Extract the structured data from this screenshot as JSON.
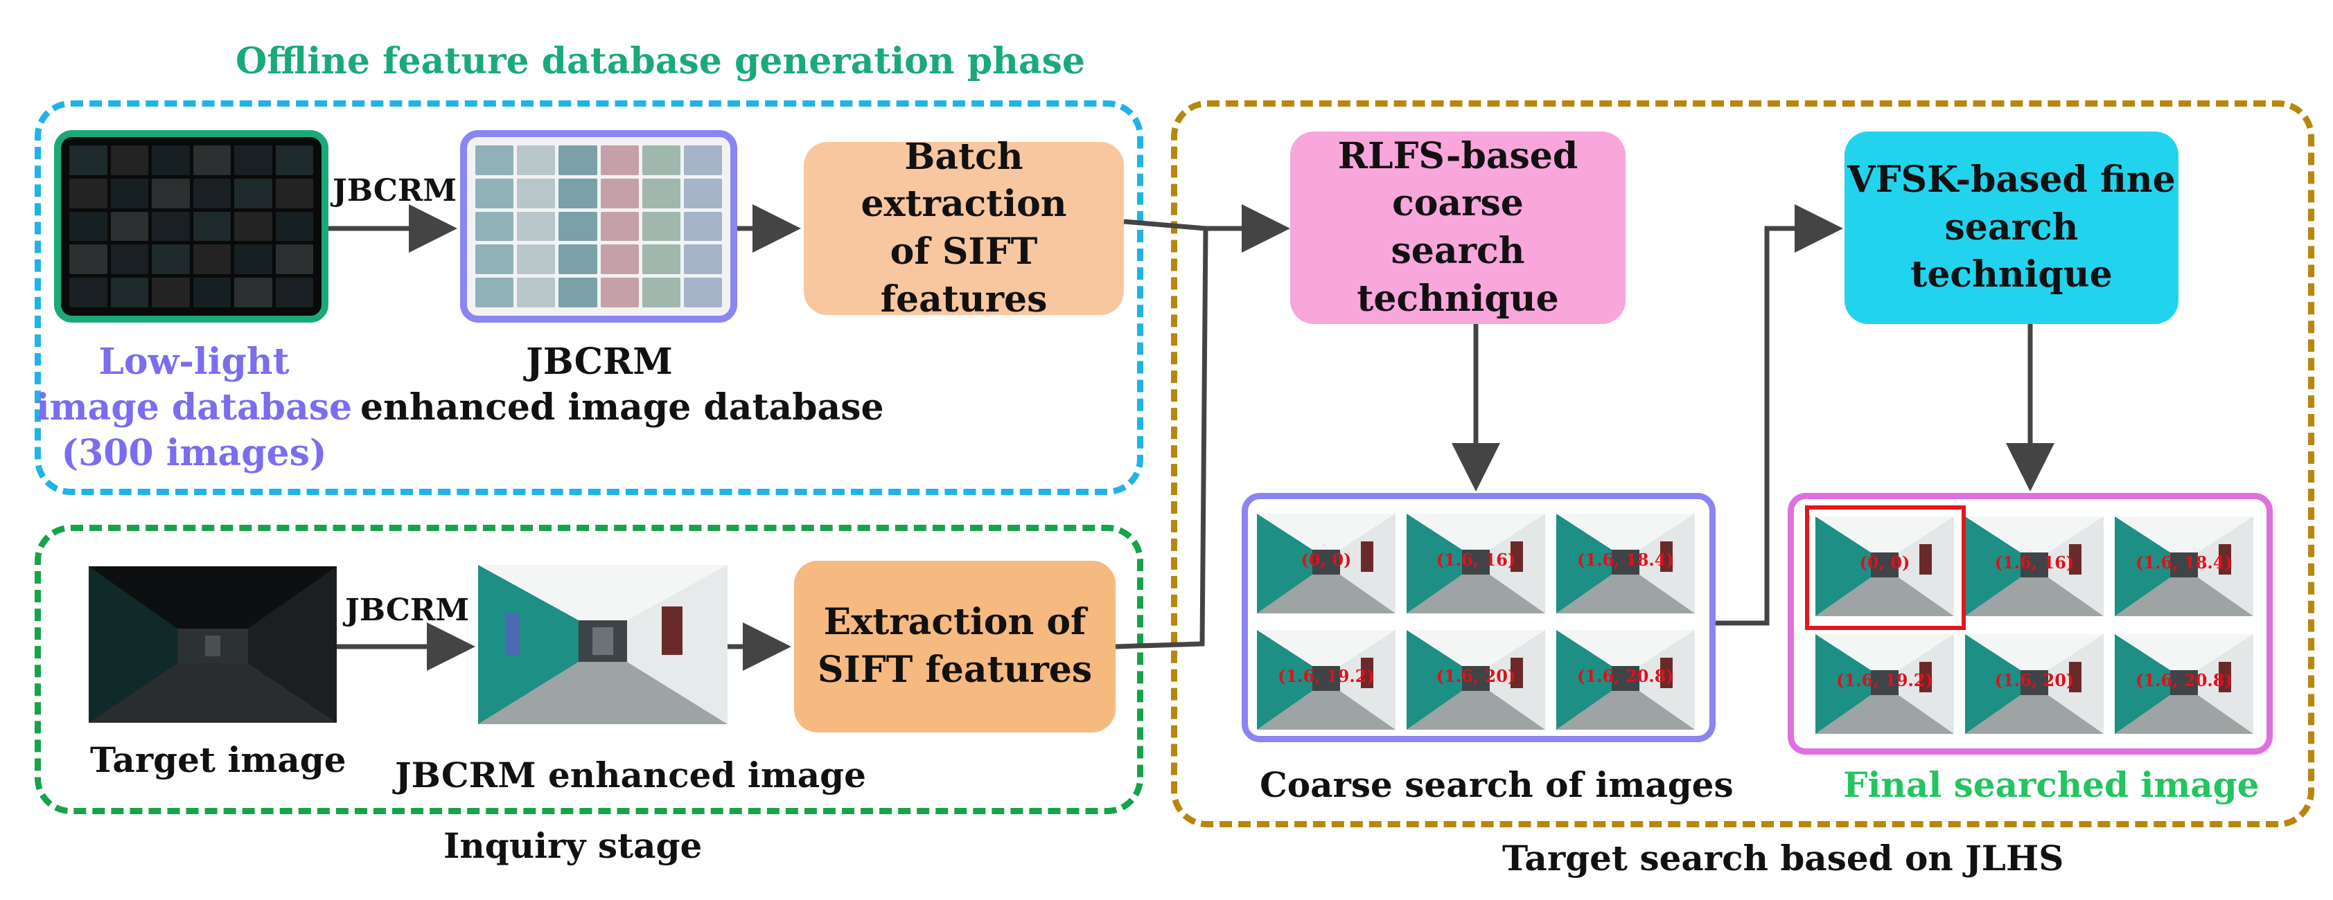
{
  "offline": {
    "title": "Offline feature database generation phase",
    "low_light_label": [
      "Low-light",
      "image database",
      "(300 images)"
    ],
    "enhanced_label": [
      "JBCRM",
      "enhanced image database"
    ],
    "arrow_label": "JBCRM",
    "batch_box": [
      "Batch extraction",
      "of SIFT features"
    ]
  },
  "inquiry": {
    "title": "Inquiry stage",
    "target_label": "Target image",
    "arrow_label": "JBCRM",
    "enhanced_label": "JBCRM enhanced image",
    "extract_box": [
      "Extraction of",
      "SIFT features"
    ]
  },
  "search": {
    "title": "Target search based on JLHS",
    "coarse_box": [
      "RLFS-based coarse",
      "search technique"
    ],
    "fine_box": [
      "VFSK-based fine",
      "search technique"
    ],
    "coarse_label": "Coarse search of images",
    "final_label": "Final searched image",
    "coarse_coords": [
      "(0, 0)",
      "(1.6, 16)",
      "(1.6, 18.4)",
      "(1.6, 19.2)",
      "(1.6, 20)",
      "(1.6, 20.8)"
    ],
    "final_coords": [
      "(0, 0)",
      "(1.6, 16)",
      "(1.6, 18.4)",
      "(1.6, 19.2)",
      "(1.6, 20)",
      "(1.6, 20.8)"
    ]
  },
  "colors": {
    "offline_title": "#1aaa7a",
    "offline_border": "#1fb3e8",
    "inquiry_border": "#16a34a",
    "search_border": "#b8860b",
    "low_light_text": "#7b6cf0",
    "final_text": "#22c55e",
    "batch_fill": "#f8c7a0",
    "extract_fill": "#f6b97f",
    "coarse_fill": "#f9a6dc",
    "fine_fill": "#22d3ee",
    "coord_text": "#e0101a"
  }
}
